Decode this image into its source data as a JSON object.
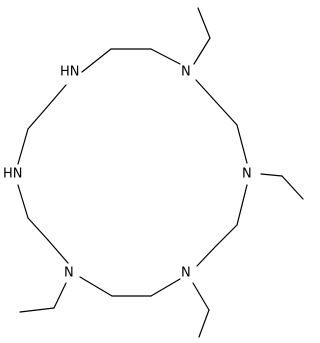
{
  "molecule": {
    "atoms": [
      {
        "id": "nh1",
        "label": "HN"
      },
      {
        "id": "n1",
        "label": "N"
      },
      {
        "id": "nh2",
        "label": "HN"
      },
      {
        "id": "n2",
        "label": "N"
      },
      {
        "id": "n3",
        "label": "N"
      },
      {
        "id": "n4",
        "label": "N"
      }
    ],
    "colors": {
      "bond": "#000000",
      "label": "#000000",
      "background": "#ffffff"
    }
  }
}
